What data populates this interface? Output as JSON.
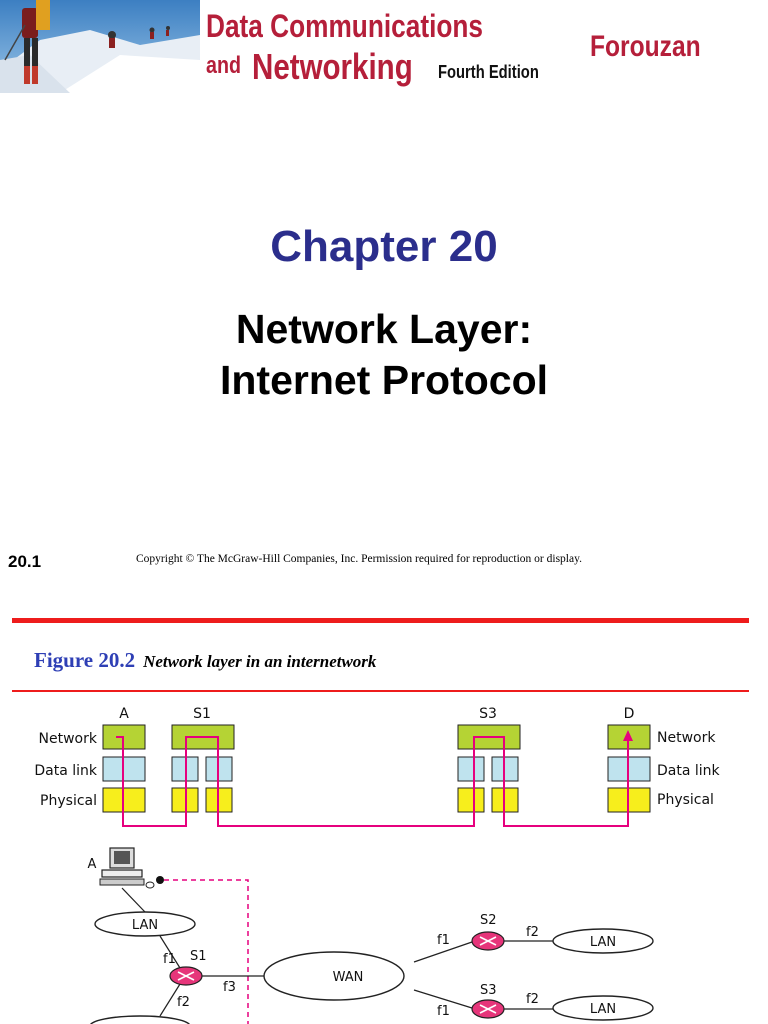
{
  "banner": {
    "title_line1": "Data Communications",
    "title_line2a": "and",
    "title_line2b": "Networking",
    "edition": "Fourth Edition",
    "author": "Forouzan"
  },
  "slide": {
    "chapter": "Chapter 20",
    "title_line1": "Network Layer:",
    "title_line2": "Internet Protocol",
    "number": "20.1",
    "copyright": "Copyright © The McGraw-Hill Companies, Inc. Permission required for reproduction or display."
  },
  "figure": {
    "number": "Figure 20.2",
    "caption": "Network layer in an internetwork",
    "stacks": {
      "a": "A",
      "s1": "S1",
      "s3": "S3",
      "d": "D"
    },
    "layers_left": [
      "Network",
      "Data link",
      "Physical"
    ],
    "layers_right": [
      "Network",
      "Data link",
      "Physical"
    ],
    "topology": {
      "host": "A",
      "lan": "LAN",
      "wan": "WAN",
      "s1": "S1",
      "s2": "S2",
      "s3": "S3",
      "f1": "f1",
      "f2": "f2",
      "f3": "f3"
    },
    "colors": {
      "network_layer": "#b5d334",
      "datalink_layer": "#bfe3ee",
      "physical_layer": "#f7ee1c",
      "path": "#e6007e",
      "router": "#e6357a",
      "accent_red": "#ee1c1c",
      "title_blue": "#2b2e8c"
    }
  }
}
